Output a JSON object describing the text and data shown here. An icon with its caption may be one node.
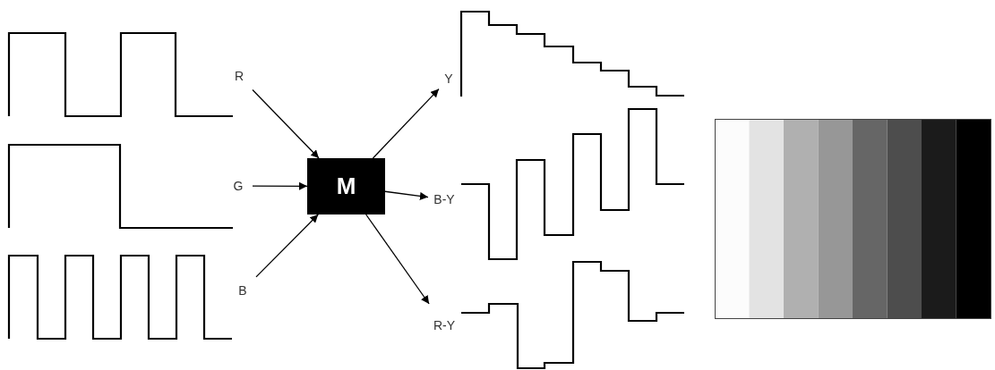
{
  "diagram": {
    "nodes": [
      {
        "text": [
          "R"
        ]
      },
      {
        "text": [
          "G"
        ]
      },
      {
        "text": [
          "B"
        ]
      },
      {
        "text": [
          "M"
        ]
      },
      {
        "text": [
          "Y"
        ]
      },
      {
        "text": [
          "B-Y"
        ]
      },
      {
        "text": [
          "R-Y"
        ]
      }
    ],
    "edges": [
      {
        "from": 0,
        "to": 3,
        "arrow": "to"
      },
      {
        "from": 1,
        "to": 3,
        "arrow": "to"
      },
      {
        "from": 2,
        "to": 3,
        "arrow": "to"
      },
      {
        "from": 3,
        "to": 4,
        "arrow": "to"
      },
      {
        "from": 3,
        "to": 5,
        "arrow": "to"
      },
      {
        "from": 3,
        "to": 6,
        "arrow": "to"
      }
    ]
  }
}
